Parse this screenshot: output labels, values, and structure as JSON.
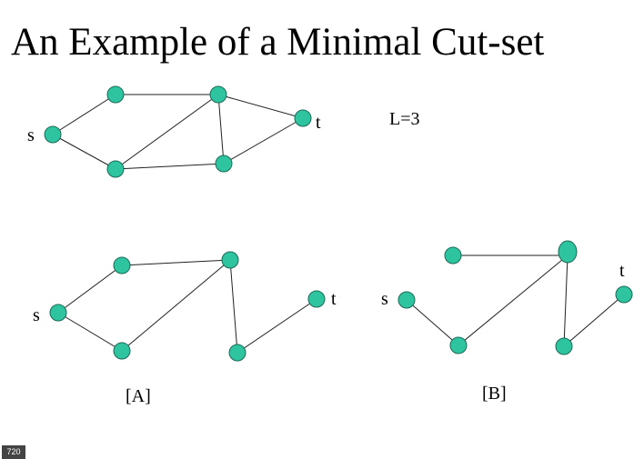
{
  "title": "An Example of a Minimal Cut-set",
  "param_label": "L=3",
  "graphs": {
    "top": {
      "source_label": "s",
      "target_label": "t"
    },
    "a": {
      "source_label": "s",
      "target_label": "t",
      "caption": "[A]"
    },
    "b": {
      "source_label": "s",
      "target_label": "t",
      "caption": "[B]"
    }
  },
  "slide_number": "720",
  "colors": {
    "node_fill": "#2ec4a0",
    "node_stroke": "#1a6b57",
    "edge": "#222222"
  }
}
